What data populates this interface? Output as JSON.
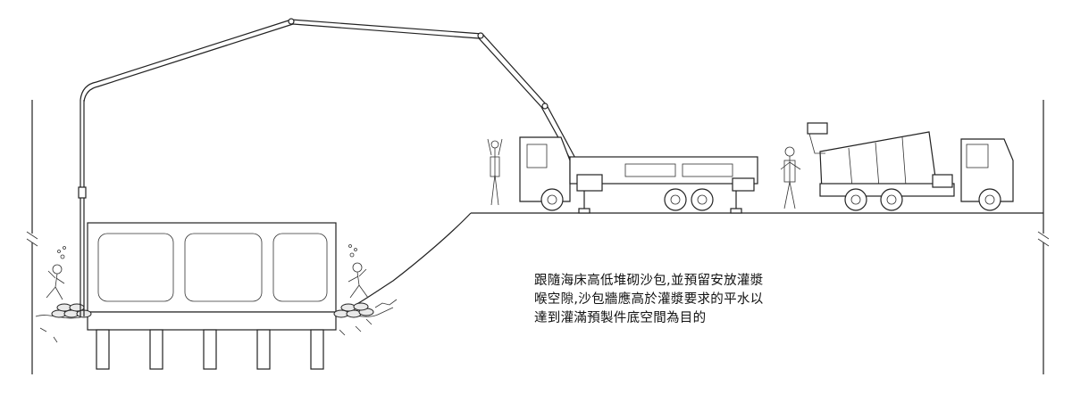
{
  "annotation": {
    "lines": [
      "跟隨海床高低堆砌沙包,並預留安放灌漿",
      "喉空隙,沙包牆應高於灌漿要求的平水以",
      "達到灌滿預製件底空間為目的"
    ]
  },
  "colors": {
    "line": "#222222",
    "background": "#ffffff"
  }
}
